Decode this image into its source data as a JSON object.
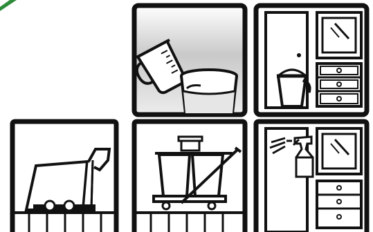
{
  "colors": {
    "ink": "#111111",
    "accent_green": "#2e8b3a",
    "panel_fill": "#ffffff",
    "gradient_top": "#bdbdbd",
    "gradient_bottom": "#ffffff"
  },
  "panels": [
    {
      "id": "measuring-water",
      "icons": [
        "measuring-jug-icon",
        "water-glass-icon"
      ]
    },
    {
      "id": "door-cabinet",
      "icons": [
        "door-icon",
        "window-icon",
        "drawer-cabinet-icon",
        "bucket-icon"
      ]
    },
    {
      "id": "floor-scrubber",
      "icons": [
        "floor-scrubber-icon",
        "tiled-floor-icon"
      ]
    },
    {
      "id": "cleaning-trolley",
      "icons": [
        "cleaning-trolley-icon",
        "mop-icon",
        "tiled-floor-icon"
      ]
    },
    {
      "id": "spray-cleaning",
      "icons": [
        "spray-bottle-icon",
        "window-icon",
        "drawer-cabinet-icon"
      ]
    }
  ]
}
